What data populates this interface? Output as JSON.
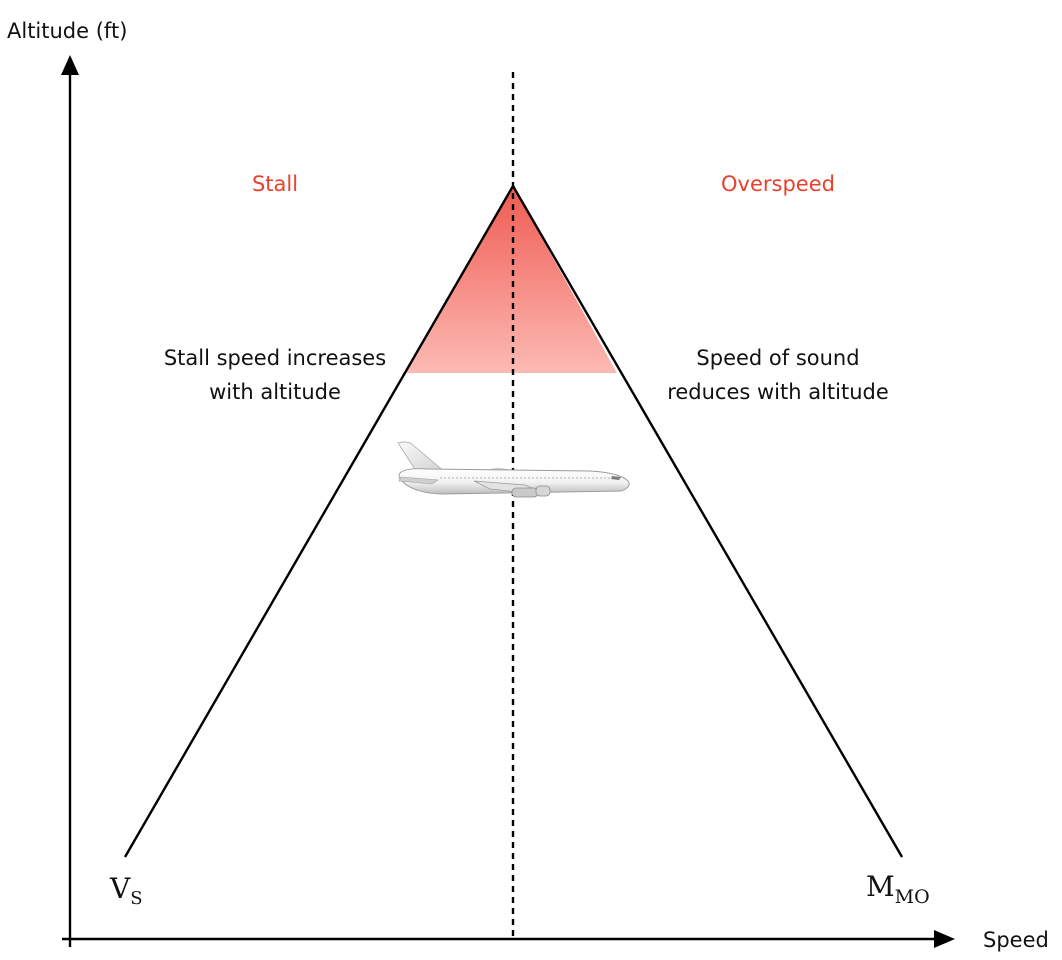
{
  "axes": {
    "y_label": "Altitude (ft)",
    "x_label": "Speed"
  },
  "regions": {
    "stall_label": "Stall",
    "overspeed_label": "Overspeed"
  },
  "annotations": {
    "stall_note_line1": "Stall speed increases",
    "stall_note_line2": "with altitude",
    "sound_note_line1": "Speed of sound",
    "sound_note_line2": "reduces with altitude"
  },
  "symbols": {
    "vs_main": "V",
    "vs_sub": "S",
    "mmo_main": "M",
    "mmo_sub": "MO"
  },
  "colors": {
    "danger_text": "#e8412c",
    "danger_fill_top": "#f06a60",
    "danger_fill_bottom": "#fbb7b1",
    "line": "#000000"
  },
  "icons": {
    "aircraft": "airliner-icon"
  }
}
